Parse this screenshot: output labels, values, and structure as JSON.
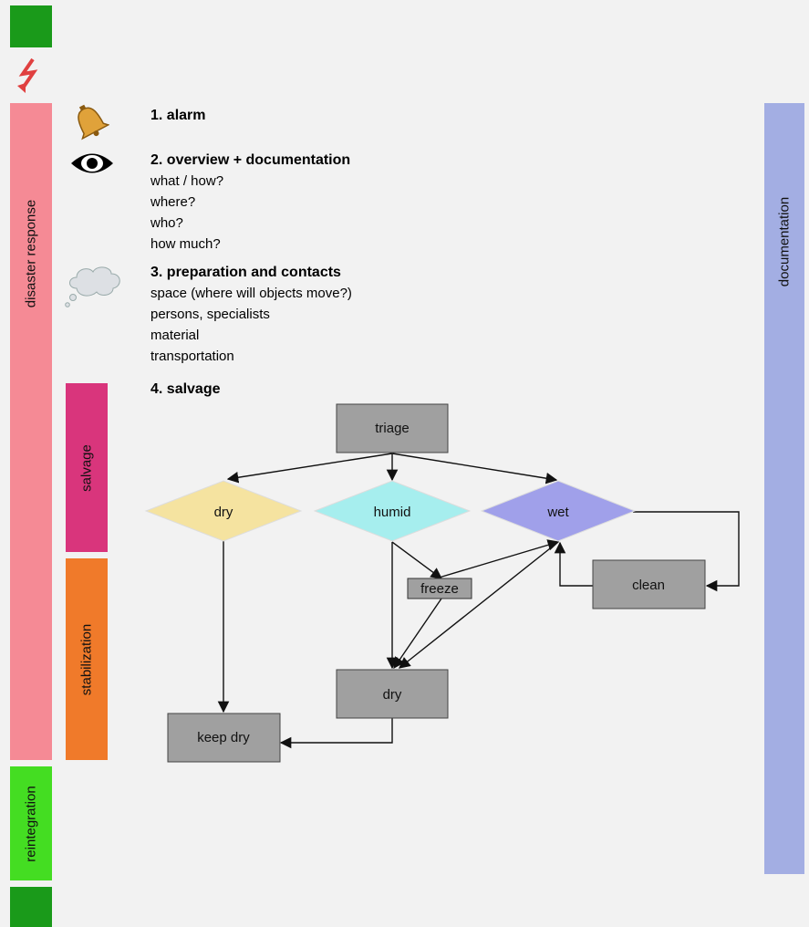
{
  "side_bars": {
    "disaster_response": "disaster response",
    "salvage": "salvage",
    "stabilization": "stabilization",
    "reintegration": "reintegration",
    "documentation": "documentation"
  },
  "steps": [
    {
      "heading": "1. alarm",
      "icon": "bell-icon",
      "lines": []
    },
    {
      "heading": "2. overview + documentation",
      "icon": "eye-icon",
      "lines": [
        "what / how?",
        "where?",
        "who?",
        "how much?"
      ]
    },
    {
      "heading": "3. preparation and contacts",
      "icon": "thought-cloud-icon",
      "lines": [
        "space (where will objects move?)",
        "persons, specialists",
        "material",
        "transportation"
      ]
    },
    {
      "heading": "4. salvage",
      "icon": "",
      "lines": []
    }
  ],
  "flow": {
    "triage": "triage",
    "dry_condition": "dry",
    "humid_condition": "humid",
    "wet_condition": "wet",
    "freeze": "freeze",
    "clean": "clean",
    "dry_process": "dry",
    "keep_dry": "keep dry"
  },
  "icons": [
    "lightning-icon",
    "bell-icon",
    "eye-icon",
    "thought-cloud-icon"
  ],
  "colors": {
    "background": "#f2f2f2",
    "green": "#1a9a1a",
    "disaster_response": "#f58a95",
    "salvage": "#d9357c",
    "stabilization": "#f07a2a",
    "reintegration": "#44dd22",
    "documentation": "#a3aee3",
    "box_gray": "#a0a0a0",
    "dry_diamond": "#f5e3a0",
    "humid_diamond": "#a6eeee",
    "wet_diamond": "#a0a0ea"
  }
}
